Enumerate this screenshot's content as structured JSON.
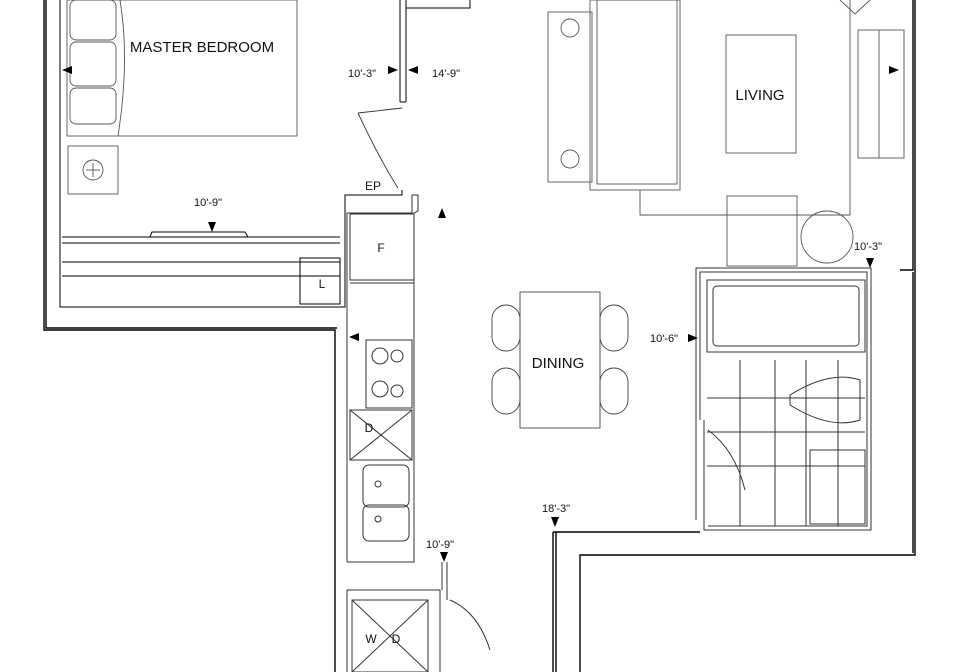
{
  "rooms": {
    "master_bedroom": "MASTER BEDROOM",
    "living": "LIVING",
    "dining": "DINING"
  },
  "dimensions": {
    "bedroom_width": "10'-3\"",
    "living_width": "14'-9\"",
    "bedroom_depth": "10'-9\"",
    "living_depth": "10'-3\"",
    "bath_height": "10'-6\"",
    "dining_depth": "18'-3\"",
    "laundry_width": "10'-9\""
  },
  "appliances": {
    "electrical_panel": "EP",
    "fridge": "F",
    "linen": "L",
    "dishwasher": "D",
    "washer": "W",
    "dryer": "D"
  }
}
